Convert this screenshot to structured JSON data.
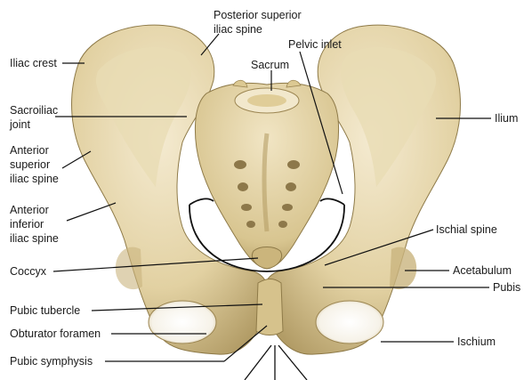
{
  "labels": {
    "posterior_superior_iliac_spine": [
      "Posterior superior",
      "iliac spine"
    ],
    "pelvic_inlet": "Pelvic inlet",
    "sacrum": "Sacrum",
    "iliac_crest": "Iliac crest",
    "sacroiliac_joint": [
      "Sacroiliac",
      "joint"
    ],
    "ilium": "Ilium",
    "anterior_superior_iliac_spine": [
      "Anterior",
      "superior",
      "iliac spine"
    ],
    "anterior_inferior_iliac_spine": [
      "Anterior",
      "inferior",
      "iliac spine"
    ],
    "ischial_spine": "Ischial spine",
    "coccyx": "Coccyx",
    "acetabulum": "Acetabulum",
    "pubis": "Pubis",
    "pubic_tubercle": "Pubic tubercle",
    "obturator_foramen": "Obturator foramen",
    "ischium": "Ischium",
    "pubic_symphysis": "Pubic symphysis"
  },
  "colors": {
    "bone_light": "#efe3c0",
    "bone_mid": "#d9c794",
    "bone_dark": "#a8925c",
    "leader": "#111111",
    "pelvic_inlet_outline": "#111111"
  }
}
